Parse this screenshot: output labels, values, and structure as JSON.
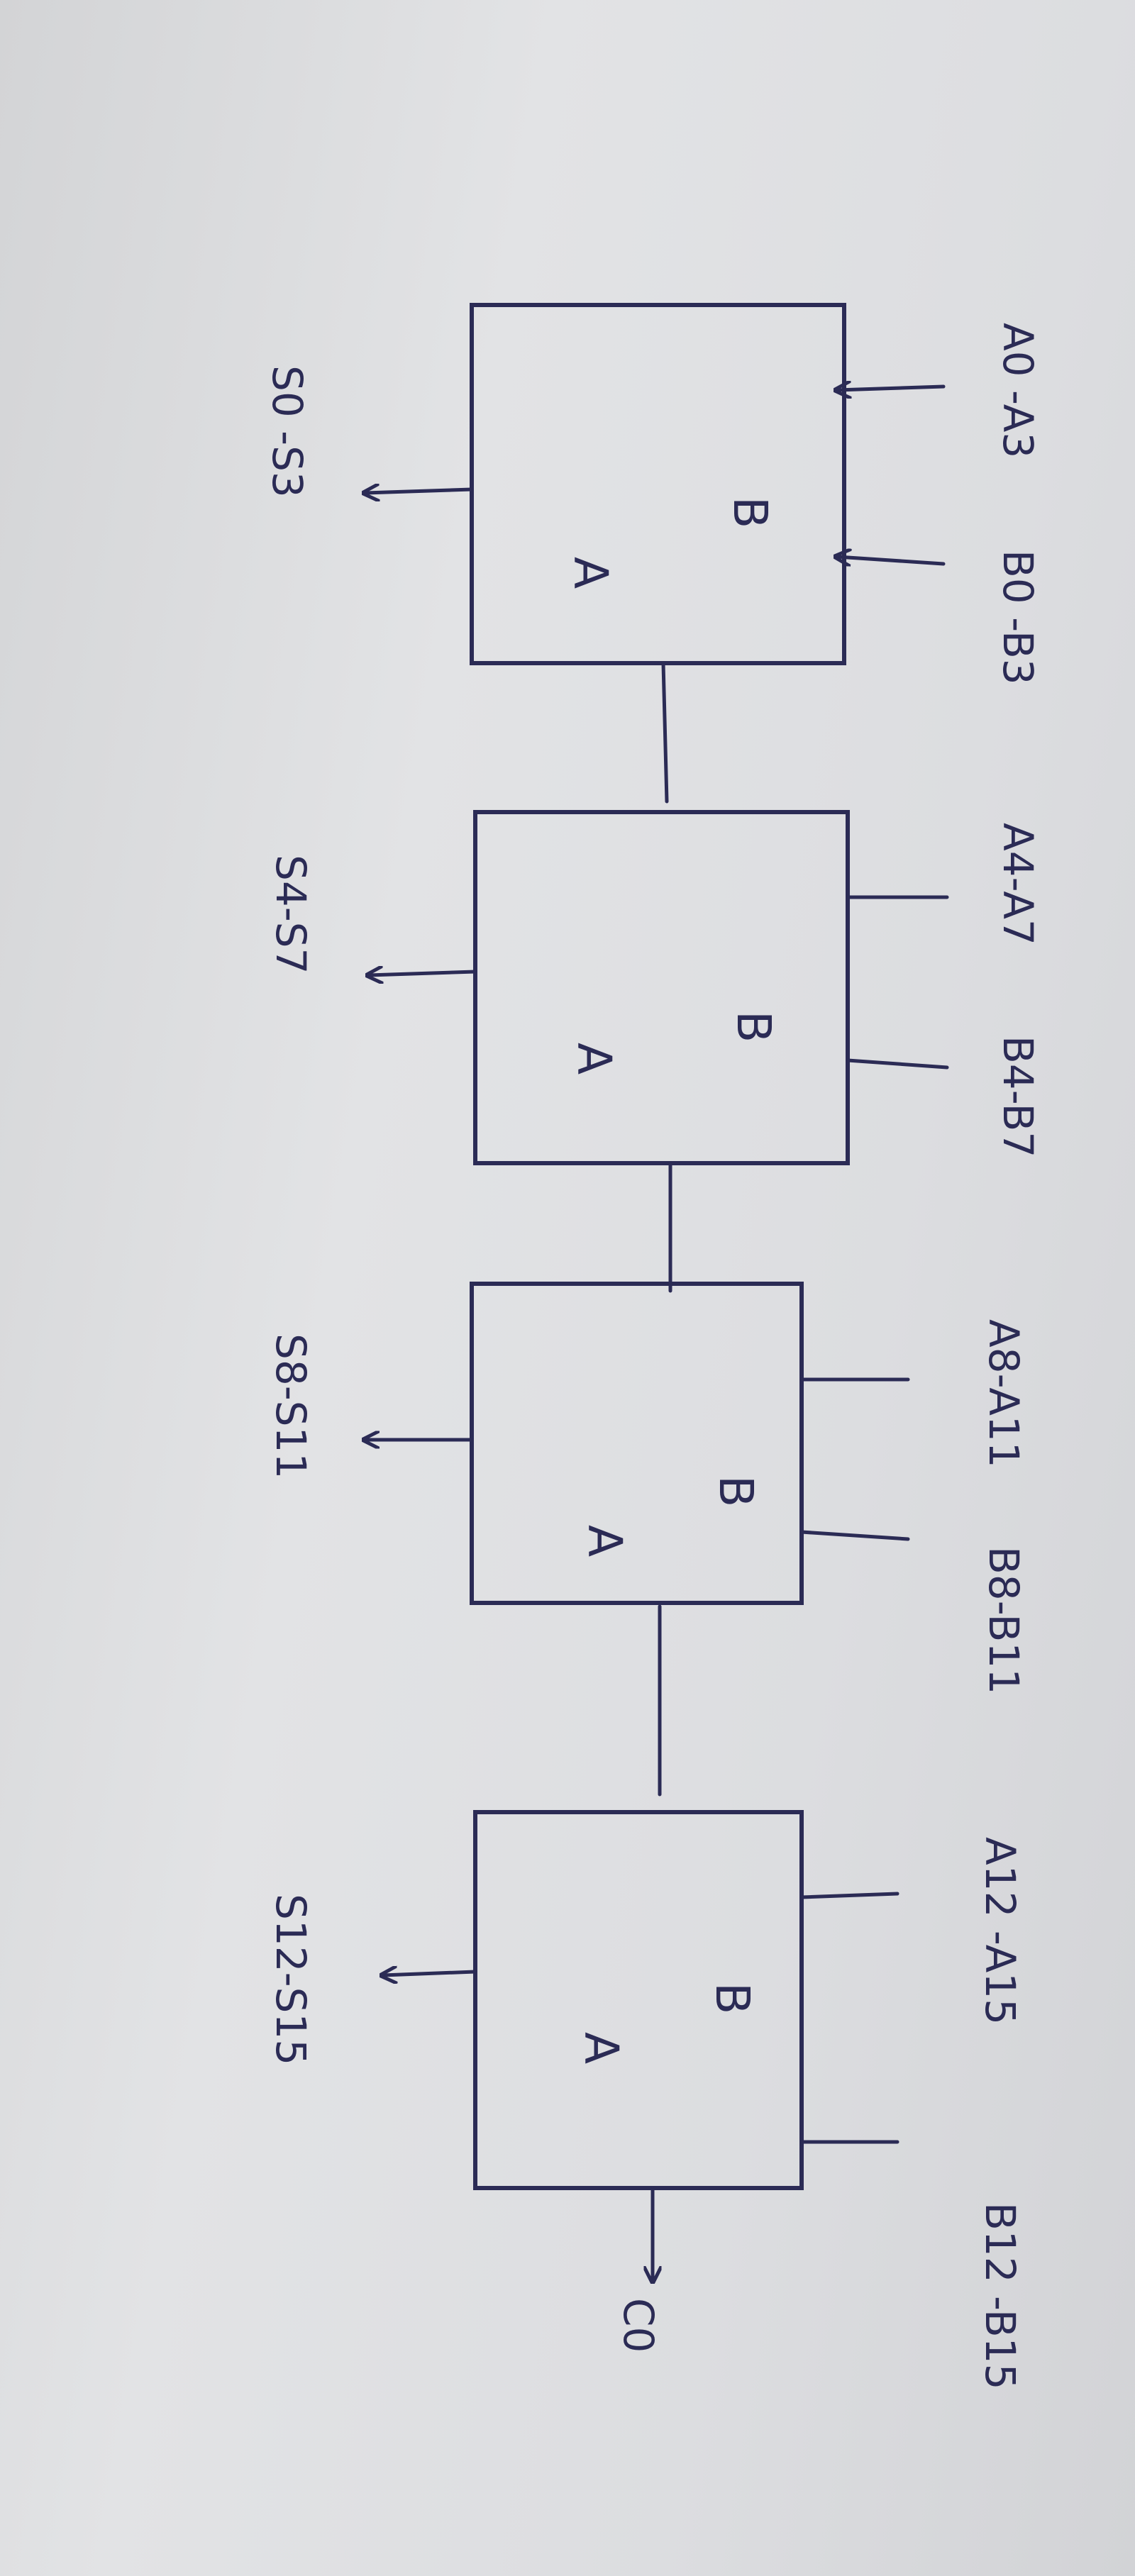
{
  "diagram": {
    "blocks": [
      {
        "inputs_a": "A0 -A3",
        "inputs_b": "B0 -B3",
        "port_b": "B",
        "port_a": "A",
        "sum": "S0 -S3"
      },
      {
        "inputs_a": "A4-A7",
        "inputs_b": "B4-B7",
        "port_b": "B",
        "port_a": "A",
        "sum": "S4-S7"
      },
      {
        "inputs_a": "A8-A11",
        "inputs_b": "B8-B11",
        "port_b": "B",
        "port_a": "A",
        "sum": "S8-S11"
      },
      {
        "inputs_a": "A12 -A15",
        "inputs_b": "B12 -B15",
        "port_b": "B",
        "port_a": "A",
        "sum": "S12-S15"
      }
    ],
    "carry_out": "C0"
  }
}
